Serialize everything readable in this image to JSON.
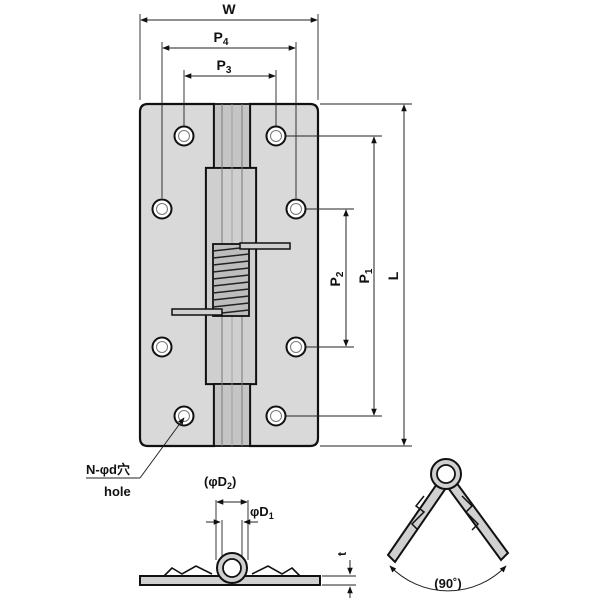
{
  "labels": {
    "W": "W",
    "P4": "P",
    "P4_sub": "4",
    "P3": "P",
    "P3_sub": "3",
    "P2": "P",
    "P2_sub": "2",
    "P1": "P",
    "P1_sub": "1",
    "L": "L",
    "hole_jp": "N-φd穴",
    "hole_en": "hole",
    "D2_open": "(φD",
    "D2_sub": "2",
    "D2_close": ")",
    "D1": "φD",
    "D1_sub": "1",
    "t": "t",
    "angle": "(90˚)"
  },
  "colors": {
    "plate": "#d9d9d9",
    "knuckle": "#c4c4c4",
    "line": "#111111"
  }
}
